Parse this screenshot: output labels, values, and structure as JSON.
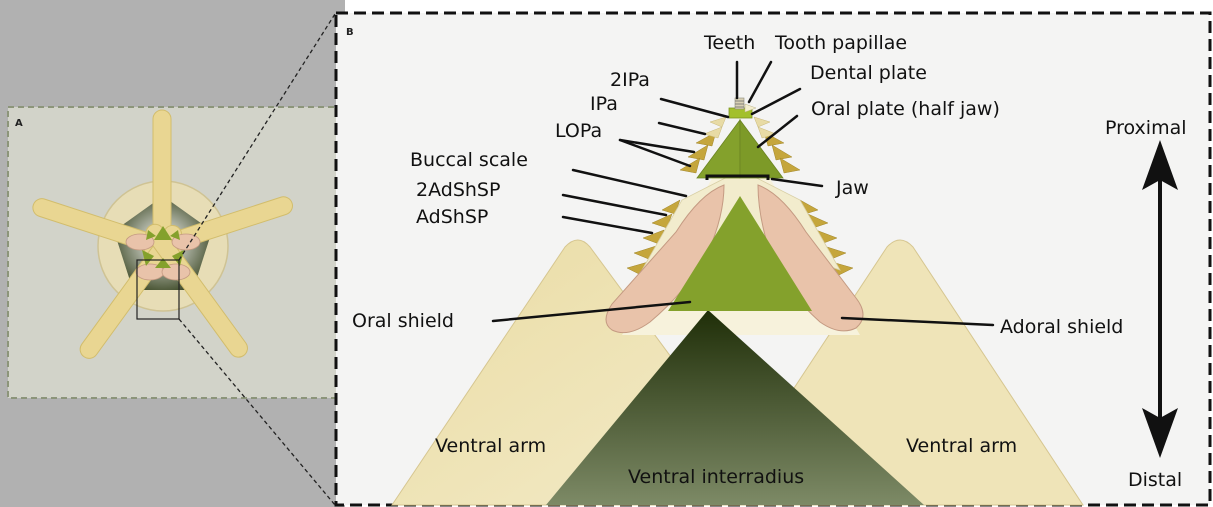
{
  "panel_a": {
    "letter": "A"
  },
  "panel_b": {
    "letter": "B"
  },
  "labels": {
    "teeth": "Teeth",
    "tooth_papillae": "Tooth papillae",
    "dental_plate": "Dental plate",
    "two_ipa": "2IPa",
    "ipa": "IPa",
    "oral_plate": "Oral plate (half jaw)",
    "lopa": "LOPa",
    "buccal_scale": "Buccal scale",
    "jaw": "Jaw",
    "two_adshsp": "2AdShSP",
    "adshsp": "AdShSP",
    "oral_shield": "Oral shield",
    "adoral_shield": "Adoral shield",
    "ventral_arm_left": "Ventral arm",
    "ventral_arm_right": "Ventral arm",
    "ventral_interradius": "Ventral interradius",
    "proximal": "Proximal",
    "distal": "Distal"
  },
  "colors": {
    "arm": "#ecdfa8",
    "disc": "#eae2c0",
    "plate_green": "#84a12c",
    "adoral_pink": "#e9c3aa",
    "spine_gold": "#c5a63c",
    "interradius_dark": "#1f2e08",
    "interradius_light": "#7d8a66",
    "panel_a_bg": "#d2d3c9",
    "panel_b_bg": "#f4f4f3",
    "outer_bg": "#b1b1b1"
  }
}
